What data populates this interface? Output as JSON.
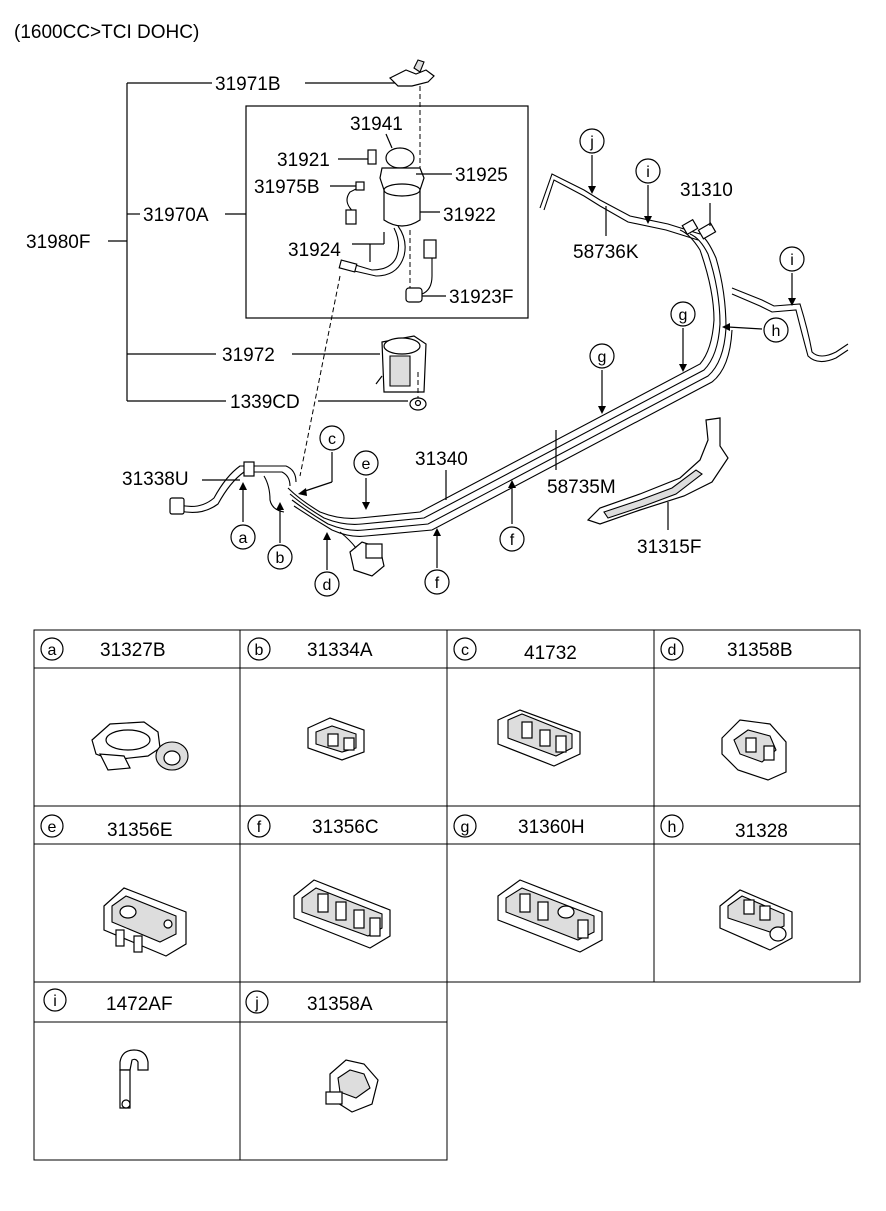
{
  "title": "(1600CC>TCI DOHC)",
  "labels": {
    "l31971B": "31971B",
    "l31941": "31941",
    "l31921": "31921",
    "l31925": "31925",
    "l31975B": "31975B",
    "l31970A": "31970A",
    "l31922": "31922",
    "l31980F": "31980F",
    "l31924": "31924",
    "l31923F": "31923F",
    "l31972": "31972",
    "l1339CD": "1339CD",
    "l31338U": "31338U",
    "l31340": "31340",
    "l58735M": "58735M",
    "l31315F": "31315F",
    "l58736K": "58736K",
    "l31310": "31310"
  },
  "callouts": {
    "a": "a",
    "b": "b",
    "c": "c",
    "d": "d",
    "e": "e",
    "f1": "f",
    "f2": "f",
    "g1": "g",
    "g2": "g",
    "h": "h",
    "i1": "i",
    "i2": "i",
    "j": "j"
  },
  "clips": [
    {
      "letter": "a",
      "part": "31327B"
    },
    {
      "letter": "b",
      "part": "31334A"
    },
    {
      "letter": "c",
      "part": "41732"
    },
    {
      "letter": "d",
      "part": "31358B"
    },
    {
      "letter": "e",
      "part": "31356E"
    },
    {
      "letter": "f",
      "part": "31356C"
    },
    {
      "letter": "g",
      "part": "31360H"
    },
    {
      "letter": "h",
      "part": "31328"
    },
    {
      "letter": "i",
      "part": "1472AF"
    },
    {
      "letter": "j",
      "part": "31358A"
    }
  ]
}
